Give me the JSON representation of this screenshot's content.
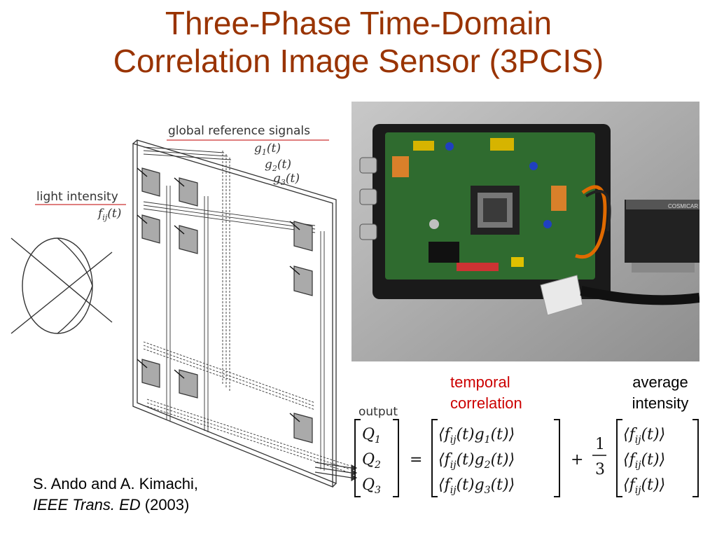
{
  "slide": {
    "title_line1": "Three-Phase Time-Domain",
    "title_line2": "Correlation Image Sensor (3PCIS)",
    "title_color": "#993300"
  },
  "diagram": {
    "global_reference_label": "global reference signals",
    "ref_signals": [
      "g1(t)",
      "g2(t)",
      "g3(t)"
    ],
    "light_intensity_label": "light intensity",
    "light_intensity_symbol": "fij(t)",
    "underline_color": "#cc3333"
  },
  "photo": {
    "lens_label": "COSMICAR",
    "description_icon": "sensor-board-photo"
  },
  "equation": {
    "output_label": "output",
    "lhs": [
      "Q1",
      "Q2",
      "Q3"
    ],
    "temporal_label_line1": "temporal",
    "temporal_label_line2": "correlation",
    "temporal_color": "#cc0000",
    "average_label_line1": "average",
    "average_label_line2": "intensity",
    "correlation_terms": [
      "⟨fij(t)g1(t)⟩",
      "⟨fij(t)g2(t)⟩",
      "⟨fij(t)g3(t)⟩"
    ],
    "fraction_numerator": "1",
    "fraction_denominator": "3",
    "average_terms": [
      "⟨fij(t)⟩",
      "⟨fij(t)⟩",
      "⟨fij(t)⟩"
    ]
  },
  "citation": {
    "authors": "S. Ando and A. Kimachi,",
    "journal": "IEEE Trans. ED",
    "year": " (2003)"
  }
}
